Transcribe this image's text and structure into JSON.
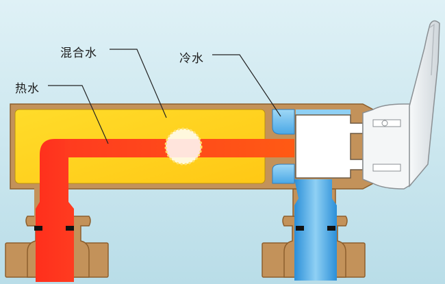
{
  "labels": {
    "mixed_water": "混合水",
    "hot_water": "热水",
    "cold_water": "冷水"
  },
  "colors": {
    "background_top": "#d9eef4",
    "background_bottom": "#bfe0ea",
    "brass": "#c3925a",
    "brass_dark": "#9a6a35",
    "mixed_water": "#ffd21e",
    "hot_water": "#ff3b1f",
    "hot_water_light": "#ff7a1a",
    "cold_water": "#49a7e6",
    "cold_water_light": "#bfe7fb",
    "handle": "#e8ecef"
  }
}
